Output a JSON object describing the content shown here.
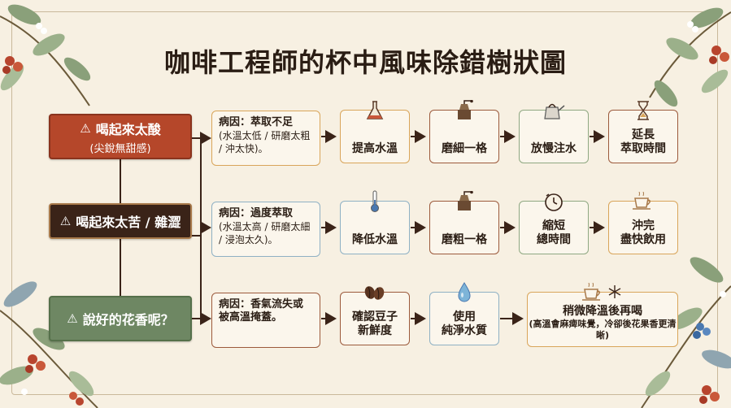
{
  "title": "咖啡工程師的杯中風味除錯樹狀圖",
  "colors": {
    "background": "#f7f0e2",
    "sour_root": "#b5472a",
    "bitter_root": "#3a2318",
    "aroma_root": "#6e8763",
    "line": "#3a2318",
    "border_gold": "#d9a55a",
    "border_green": "#8fa882",
    "border_blue": "#8fb1c4",
    "border_brown": "#9c5a3c"
  },
  "rows": [
    {
      "root": {
        "icon": "⚠",
        "label": "喝起來太酸",
        "sub": "(尖銳無甜感)"
      },
      "cause": {
        "head": "病因：萃取不足",
        "detail": "(水溫太低 / 研磨太粗 / 沖太快)。"
      },
      "steps": [
        {
          "icon": "flask-icon",
          "label": "提高水溫"
        },
        {
          "icon": "grinder-icon",
          "label": "磨細一格"
        },
        {
          "icon": "kettle-icon",
          "label": "放慢注水"
        },
        {
          "icon": "hourglass-icon",
          "label": "延長\n萃取時間"
        }
      ]
    },
    {
      "root": {
        "icon": "⚠",
        "label": "喝起來太苦 / 雜澀",
        "sub": ""
      },
      "cause": {
        "head": "病因：過度萃取",
        "detail": "(水溫太高 / 研磨太細 / 浸泡太久)。"
      },
      "steps": [
        {
          "icon": "thermometer-icon",
          "label": "降低水溫"
        },
        {
          "icon": "grinder-icon",
          "label": "磨粗一格"
        },
        {
          "icon": "timer-icon",
          "label": "縮短\n總時間"
        },
        {
          "icon": "cup-icon",
          "label": "沖完\n盡快飲用"
        }
      ]
    },
    {
      "root": {
        "icon": "⚠",
        "label": "說好的花香呢？",
        "sub": ""
      },
      "cause": {
        "head": "病因：香氣流失或被高溫掩蓋。",
        "detail": ""
      },
      "steps": [
        {
          "icon": "beans-icon",
          "label": "確認豆子\n新鮮度"
        },
        {
          "icon": "droplet-icon",
          "label": "使用\n純淨水質"
        },
        {
          "icon": "cup-snow-icon",
          "label": "稍微降溫後再喝",
          "note": "(高溫會麻痺味覺，冷卻後花果香更清晰)"
        }
      ]
    }
  ]
}
